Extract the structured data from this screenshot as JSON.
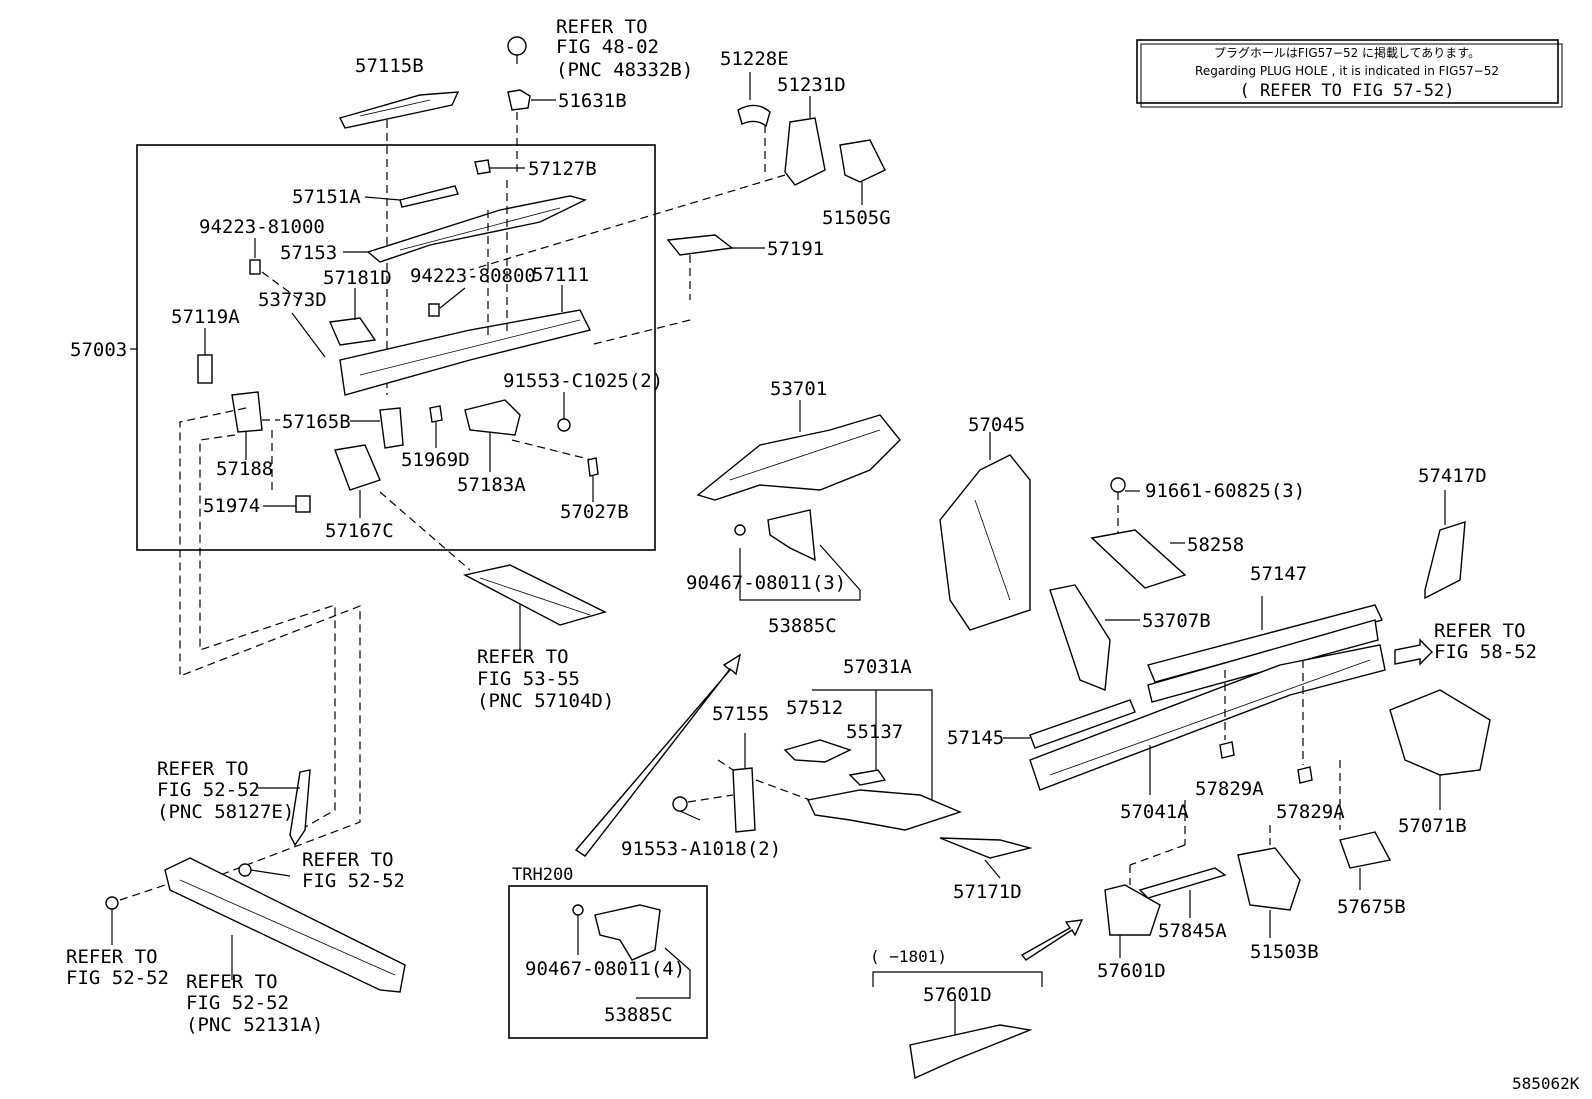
{
  "note": {
    "line1": "プラグホールはFIG57−52 に掲載してあります。",
    "line2": "Regarding  PLUG HOLE  , it is indicated  in  FIG57−52",
    "line3": "( REFER TO FIG 57-52)"
  },
  "diagram_id": "585062K",
  "inset_title": "TRH200",
  "date_range": "(    −1801)",
  "labels": {
    "p57115B": "57115B",
    "refer4802_1": "REFER TO",
    "refer4802_2": "FIG 48-02",
    "refer4802_3": "(PNC 48332B)",
    "p51631B": "51631B",
    "p51228E": "51228E",
    "p51231D": "51231D",
    "p57127B": "57127B",
    "p57151A": "57151A",
    "p94223_81000": "94223-81000",
    "p57153": "57153",
    "p57181D": "57181D",
    "p94223_80800": "94223-80800",
    "p57111": "57111",
    "p53773D": "53773D",
    "p57119A": "57119A",
    "p57003": "57003",
    "p91553_C1025": "91553-C1025(2)",
    "p57165B": "57165B",
    "p57188": "57188",
    "p51969D": "51969D",
    "p57183A": "57183A",
    "p51974": "51974",
    "p57027B": "57027B",
    "p57167C": "57167C",
    "p51505G": "51505G",
    "p57191": "57191",
    "p53701": "53701",
    "p57045": "57045",
    "p91661": "91661-60825(3)",
    "p57417D": "57417D",
    "p58258": "58258",
    "p57147": "57147",
    "p90467_3": "90467-08011(3)",
    "p53885C_a": "53885C",
    "p53707B": "53707B",
    "refer5852_1": "REFER TO",
    "refer5852_2": "FIG 58-52",
    "refer5355_1": "REFER TO",
    "refer5355_2": "FIG 53-55",
    "refer5355_3": "(PNC 57104D)",
    "p57031A": "57031A",
    "p57512": "57512",
    "p57155": "57155",
    "p55137": "55137",
    "p57145": "57145",
    "p57041A": "57041A",
    "p57829A_1": "57829A",
    "p57829A_2": "57829A",
    "p57071B": "57071B",
    "p91553_A1018": "91553-A1018(2)",
    "p57171D": "57171D",
    "refer5252a_1": "REFER TO",
    "refer5252a_2": "FIG 52-52",
    "refer5252a_3": "(PNC 58127E)",
    "refer5252b_1": "REFER TO",
    "refer5252b_2": "FIG 52-52",
    "refer5252c_1": "REFER TO",
    "refer5252c_2": "FIG 52-52",
    "refer5252d_1": "REFER TO",
    "refer5252d_2": "FIG 52-52",
    "refer5252d_3": "(PNC 52131A)",
    "p90467_4": "90467-08011(4)",
    "p53885C_b": "53885C",
    "p57845A": "57845A",
    "p51503B": "51503B",
    "p57675B": "57675B",
    "p57601D_1": "57601D",
    "p57601D_2": "57601D"
  }
}
